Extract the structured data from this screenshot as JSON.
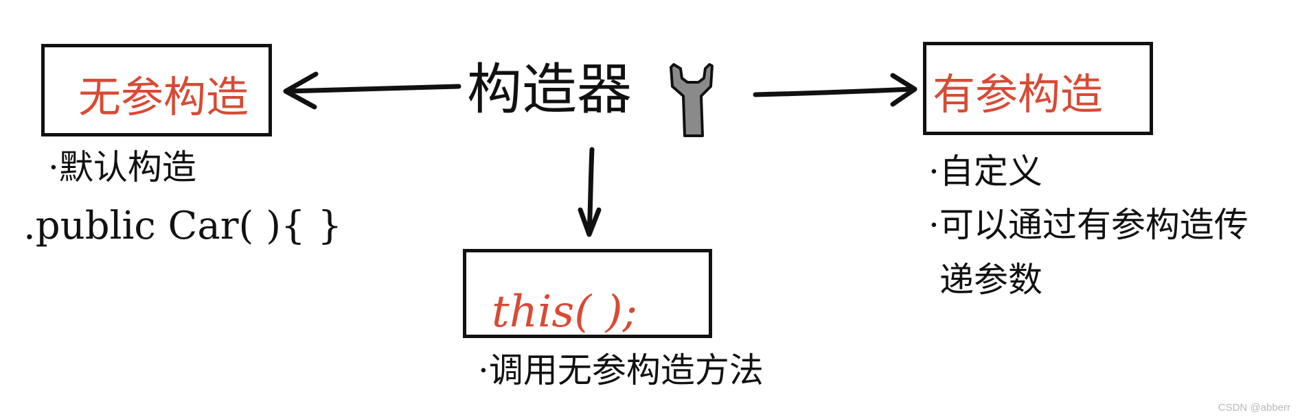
{
  "center": {
    "title": "构造器",
    "icon": "wrench-icon"
  },
  "left": {
    "box_label": "无参构造",
    "notes": [
      "·默认构造",
      ".public Car( ){ }"
    ]
  },
  "right": {
    "box_label": "有参构造",
    "notes": [
      "·自定义",
      "·可以通过有参构造传",
      "递参数"
    ]
  },
  "bottom": {
    "box_label": "this( );",
    "notes": [
      "·调用无参构造方法"
    ]
  },
  "watermark": "CSDN @abberr",
  "colors": {
    "ink": "#111111",
    "accent_red": "#d84a35",
    "wrench_gray": "#8a8a8a"
  }
}
